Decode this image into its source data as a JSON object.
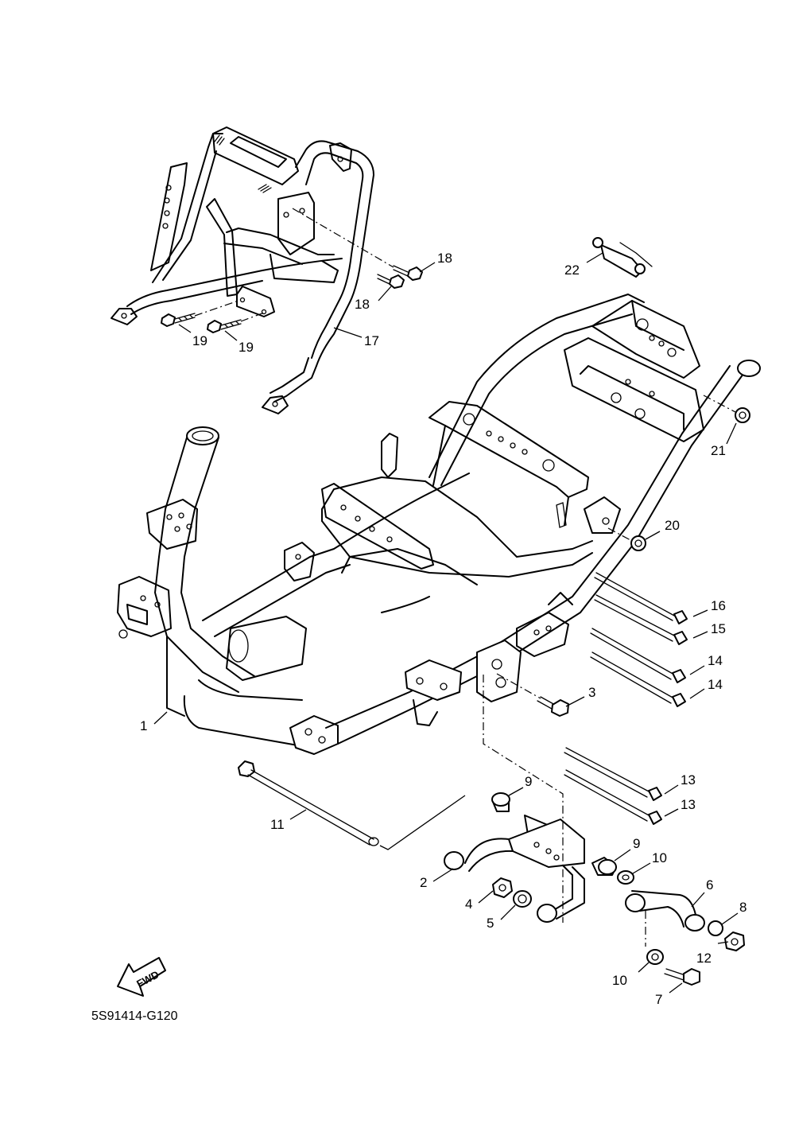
{
  "diagram": {
    "code": "5S91414-G120",
    "fwd_label": "FWD",
    "callouts": [
      {
        "id": "c1",
        "label": "1"
      },
      {
        "id": "c2",
        "label": "2"
      },
      {
        "id": "c3",
        "label": "3"
      },
      {
        "id": "c4",
        "label": "4"
      },
      {
        "id": "c5",
        "label": "5"
      },
      {
        "id": "c6",
        "label": "6"
      },
      {
        "id": "c7",
        "label": "7"
      },
      {
        "id": "c8",
        "label": "8"
      },
      {
        "id": "c9a",
        "label": "9"
      },
      {
        "id": "c9b",
        "label": "9"
      },
      {
        "id": "c10a",
        "label": "10"
      },
      {
        "id": "c10b",
        "label": "10"
      },
      {
        "id": "c11",
        "label": "11"
      },
      {
        "id": "c12",
        "label": "12"
      },
      {
        "id": "c13a",
        "label": "13"
      },
      {
        "id": "c13b",
        "label": "13"
      },
      {
        "id": "c14a",
        "label": "14"
      },
      {
        "id": "c14b",
        "label": "14"
      },
      {
        "id": "c15",
        "label": "15"
      },
      {
        "id": "c16",
        "label": "16"
      },
      {
        "id": "c17",
        "label": "17"
      },
      {
        "id": "c18a",
        "label": "18"
      },
      {
        "id": "c18b",
        "label": "18"
      },
      {
        "id": "c19a",
        "label": "19"
      },
      {
        "id": "c19b",
        "label": "19"
      },
      {
        "id": "c20",
        "label": "20"
      },
      {
        "id": "c21",
        "label": "21"
      },
      {
        "id": "c22",
        "label": "22"
      }
    ]
  }
}
